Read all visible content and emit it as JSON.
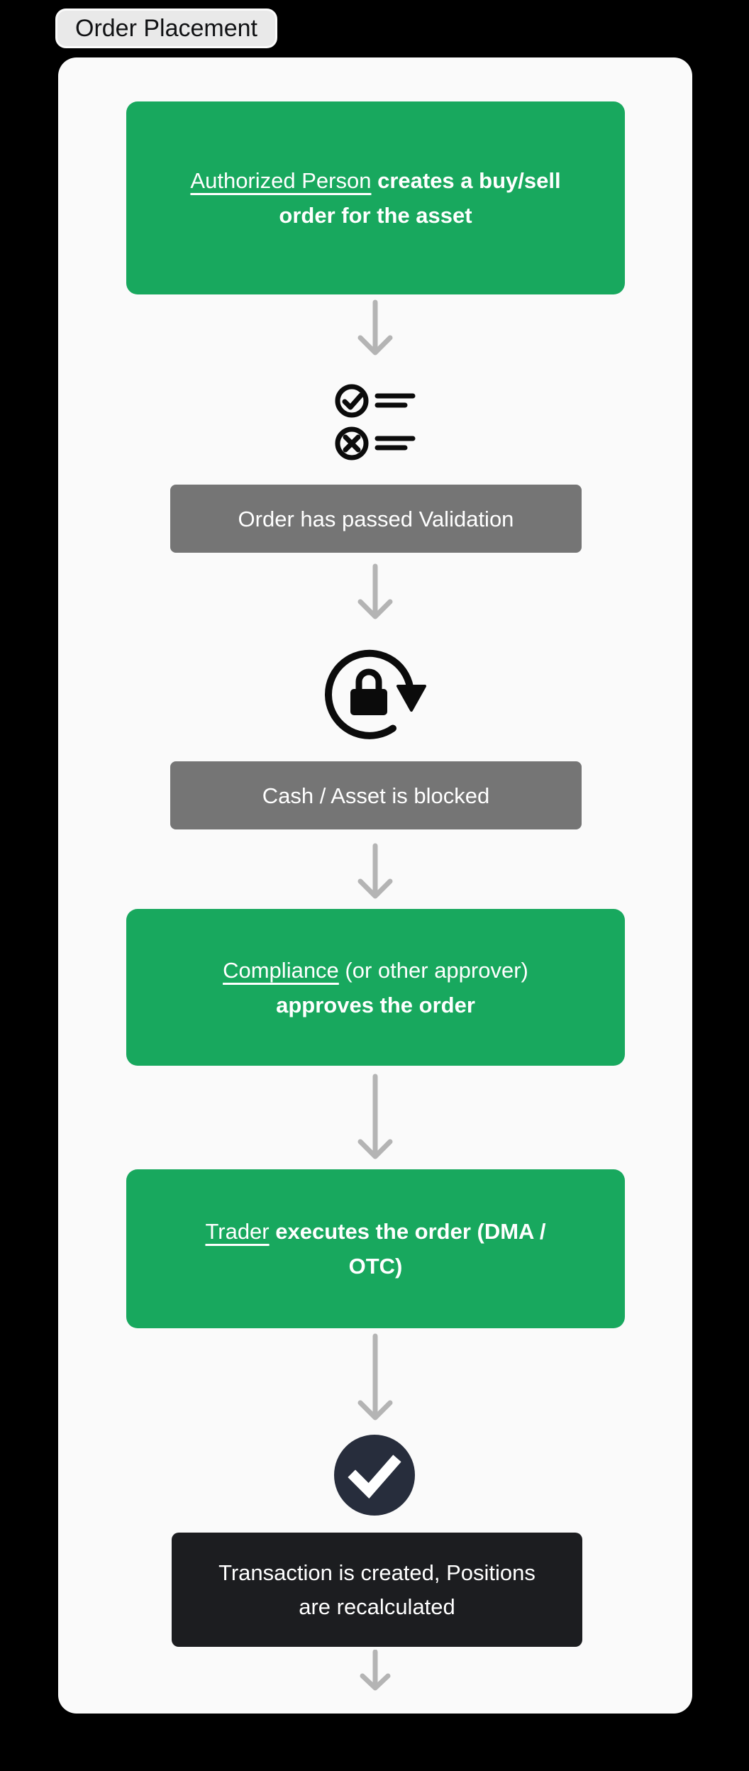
{
  "header": {
    "tab_label": "Order Placement"
  },
  "flow": {
    "create_order": {
      "actor": "Authorized Person",
      "line1_rest": " creates a buy/sell",
      "line2": "order for the asset"
    },
    "validation_status": {
      "label": "Order has passed Validation"
    },
    "blocked_status": {
      "label": "Cash / Asset is blocked"
    },
    "approve_order": {
      "actor": "Compliance",
      "line1_rest": " (or other approver)",
      "line2": "approves the order"
    },
    "execute_order": {
      "actor": "Trader",
      "line1_rest": " executes the order (DMA /",
      "line2": "OTC)"
    },
    "final_status": {
      "line1": "Transaction is created, Positions",
      "line2": "are recalculated"
    }
  },
  "icons": {
    "validation": "validation-checklist-icon",
    "lock": "lock-rotate-icon",
    "success": "success-check-icon",
    "arrow": "down-arrow-icon"
  },
  "colors": {
    "background": "#000000",
    "card": "#fafafa",
    "node_green": "#18a85e",
    "node_gray": "#757575",
    "node_black": "#1c1d20",
    "success_circle": "#272d3c",
    "arrow_gray": "#b4b4b4",
    "tab_bg": "#e9e9e9",
    "text_white": "#ffffff"
  }
}
